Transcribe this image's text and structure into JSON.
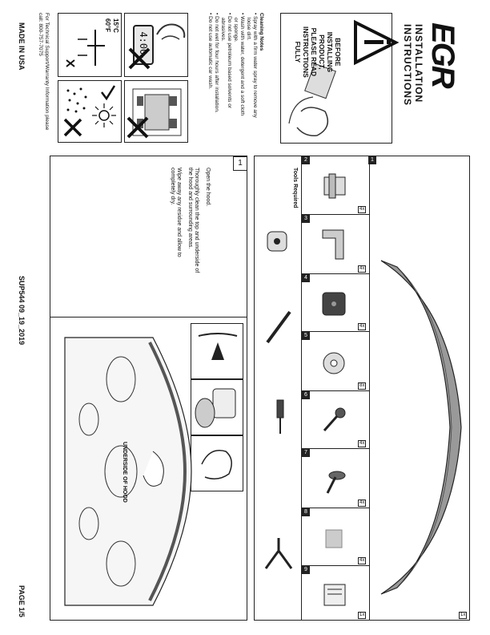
{
  "brand": {
    "logo_text": "EGR"
  },
  "header": {
    "title_line1": "INSTALLATION",
    "title_line2": "INSTRUCTIONS"
  },
  "warning": {
    "lines": [
      "BEFORE",
      "INSTALLING",
      "PRODUCT,",
      "PLEASE READ",
      "INSTRUCTIONS",
      "FULLY"
    ]
  },
  "cleaning": {
    "title": "Cleaning Notes",
    "items": [
      "• Spray with a firm water spray to remove any",
      "  loose dirt.",
      "• Wash with water, detergent and a soft cloth",
      "  or sponge.",
      "• Do not use petroleum based solvents or",
      "  abrasives.",
      "• Do not wet for four hours after installation.",
      "• Do not use automatic car wash."
    ]
  },
  "icons": {
    "clock_readout": "4:00",
    "clock_unit": "h",
    "temp_high": "15°C",
    "temp_low": "60°F"
  },
  "support": {
    "line1": "For Technical Support/Warranty Information please",
    "line2": "call: 800-757-7075"
  },
  "footer": {
    "made_in": "MADE IN USA",
    "code": "SUP544  09_19_2019",
    "page": "PAGE 1/5"
  },
  "parts": {
    "tools_required": "Tools Required",
    "main_count": "1x",
    "items": [
      {
        "num": "1",
        "count": "1x"
      },
      {
        "num": "2",
        "count": "4x"
      },
      {
        "num": "3",
        "count": "4x"
      },
      {
        "num": "4",
        "count": "4x"
      },
      {
        "num": "5",
        "count": "8x"
      },
      {
        "num": "6",
        "count": "4x"
      },
      {
        "num": "7",
        "count": "4x"
      },
      {
        "num": "8",
        "count": "4x"
      },
      {
        "num": "9",
        "count": "1x"
      }
    ]
  },
  "step1": {
    "num": "1",
    "lines": [
      "Open the hood.",
      "Thoroughly clean the top and underside of",
      "the hood and surrounding areas.",
      "Wipe away any residue and allow to",
      "completely dry."
    ],
    "hood_label": "UNDERSIDE OF HOOD"
  }
}
